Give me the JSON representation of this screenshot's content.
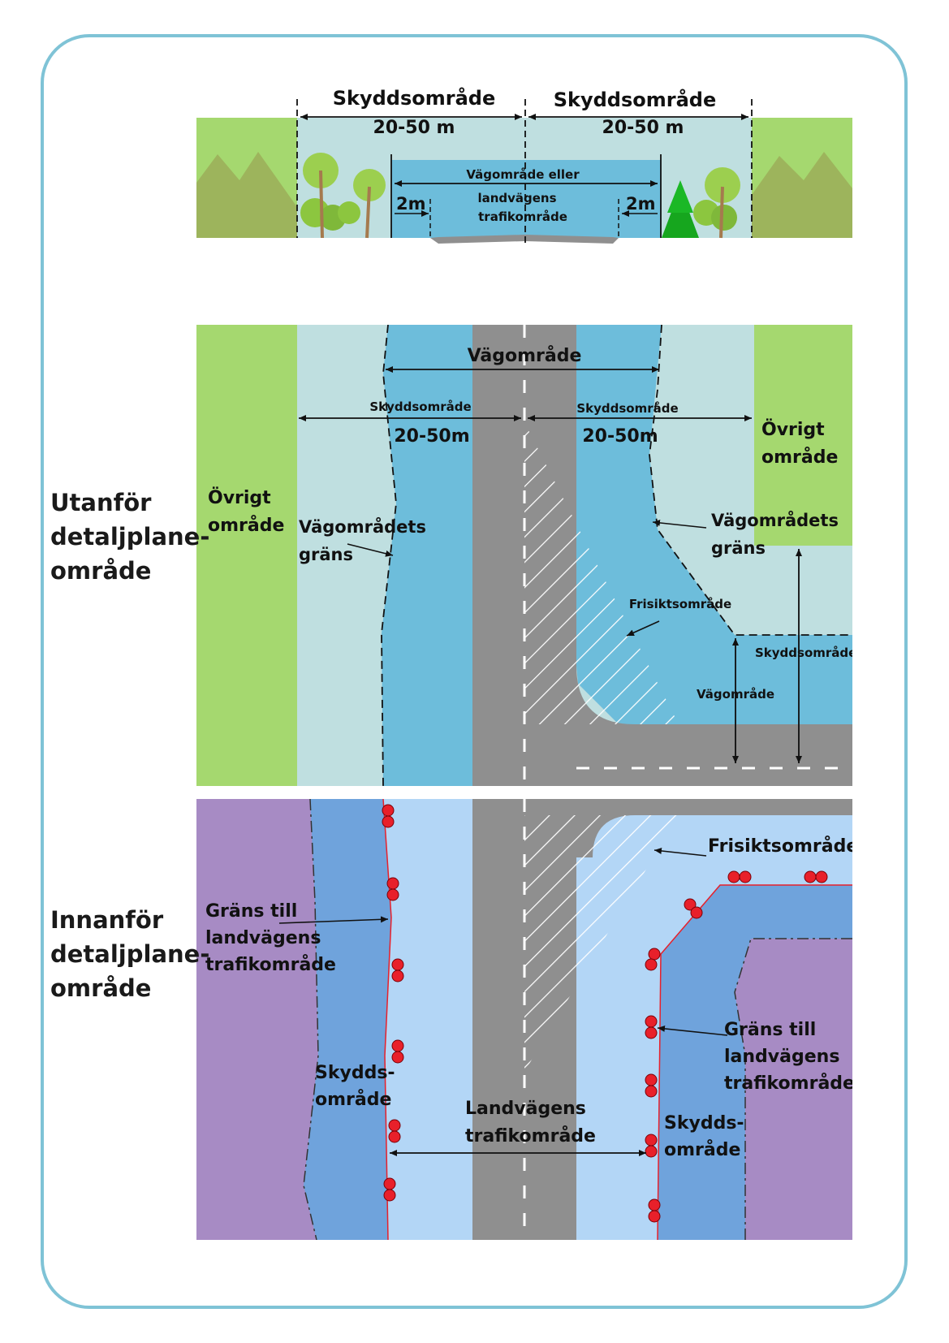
{
  "colors": {
    "green": "#a5d86f",
    "hill": "#9db45c",
    "protect": "#bfdfe0",
    "road_area": "#6dbddb",
    "asphalt": "#8f8f8f",
    "inner_light": "#b3d6f6",
    "inner_mid": "#6fa3dc",
    "purple": "#a78bc4",
    "boundary_dot": "#e8202a"
  },
  "sections": {
    "outside": {
      "line1": "Utanför",
      "line2": "detaljplane-",
      "line3": "område"
    },
    "inside": {
      "line1": "Innanför",
      "line2": "detaljplane-",
      "line3": "område"
    }
  },
  "cross_section": {
    "left_zone_title": "Skyddsområde",
    "left_zone_width": "20-50 m",
    "right_zone_title": "Skyddsområde",
    "right_zone_width": "20-50 m",
    "road_line1": "Vägområde eller",
    "road_line2": "landvägens",
    "road_line3": "trafikområde",
    "left_margin": "2m",
    "right_margin": "2m"
  },
  "outside_plan": {
    "road_area": "Vägområde",
    "left_protect": "Skyddsområde",
    "left_width": "20-50m",
    "right_protect": "Skyddsområde",
    "right_width": "20-50m",
    "other_left_1": "Övrigt",
    "other_left_2": "område",
    "other_right_1": "Övrigt",
    "other_right_2": "område",
    "boundary_left_1": "Vägområdets",
    "boundary_left_2": "gräns",
    "boundary_right_1": "Vägområdets",
    "boundary_right_2": "gräns",
    "sight_area": "Frisiktsområde",
    "side_protect": "Skyddsområde",
    "side_road_area": "Vägområde"
  },
  "inside_plan": {
    "sight_area": "Frisiktsområde",
    "left_border_1": "Gräns till",
    "left_border_2": "landvägens",
    "left_border_3": "trafikområde",
    "right_border_1": "Gräns till",
    "right_border_2": "landvägens",
    "right_border_3": "trafikområde",
    "left_protect_1": "Skydds-",
    "left_protect_2": "område",
    "right_protect_1": "Skydds-",
    "right_protect_2": "område",
    "traffic_1": "Landvägens",
    "traffic_2": "trafikområde"
  }
}
